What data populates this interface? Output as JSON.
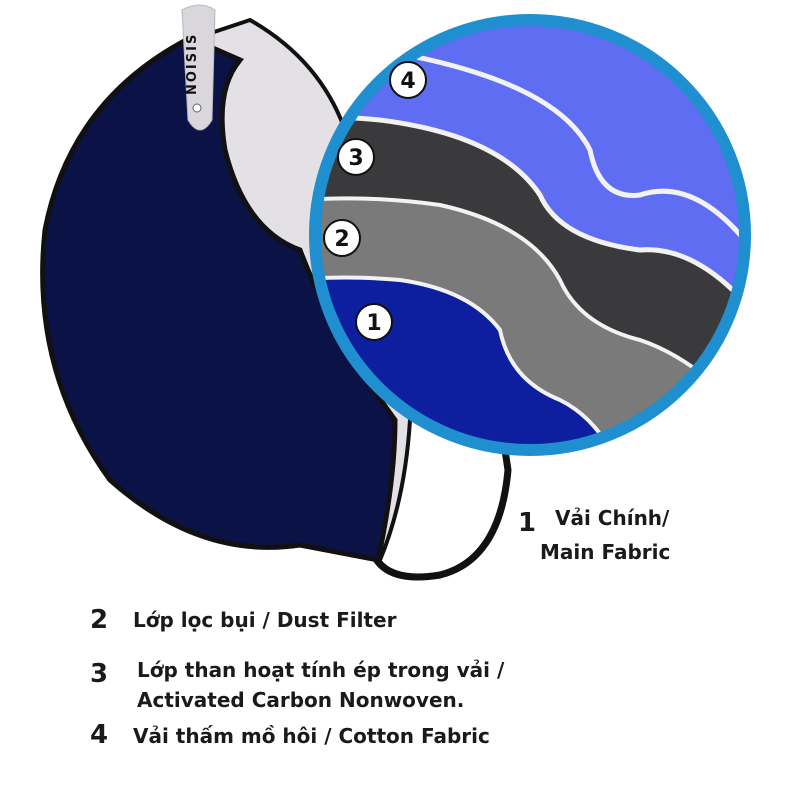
{
  "brand": {
    "text": "NOISIS"
  },
  "colors": {
    "mask_body": "#0b1245",
    "inner_lining": "#e4e1e6",
    "magnifier_ring": "#1f8fcf",
    "layer_main_fabric": "#0d1f9e",
    "layer_dust_filter": "#7a7a7a",
    "layer_carbon": "#3a3a3d",
    "layer_cotton": "#5f6df2",
    "layer_edge": "#f2f2f2"
  },
  "badges": [
    {
      "number": "1"
    },
    {
      "number": "2"
    },
    {
      "number": "3"
    },
    {
      "number": "4"
    }
  ],
  "legend": [
    {
      "number": "1",
      "lines": [
        "Vải Chính/",
        "Main Fabric"
      ]
    },
    {
      "number": "2",
      "lines": [
        "Lớp lọc bụi / Dust Filter"
      ]
    },
    {
      "number": "3",
      "lines": [
        "Lớp than hoạt tính ép trong vải /",
        "Activated Carbon Nonwoven."
      ]
    },
    {
      "number": "4",
      "lines": [
        "Vải thấm mồ hôi / Cotton Fabric"
      ]
    }
  ]
}
